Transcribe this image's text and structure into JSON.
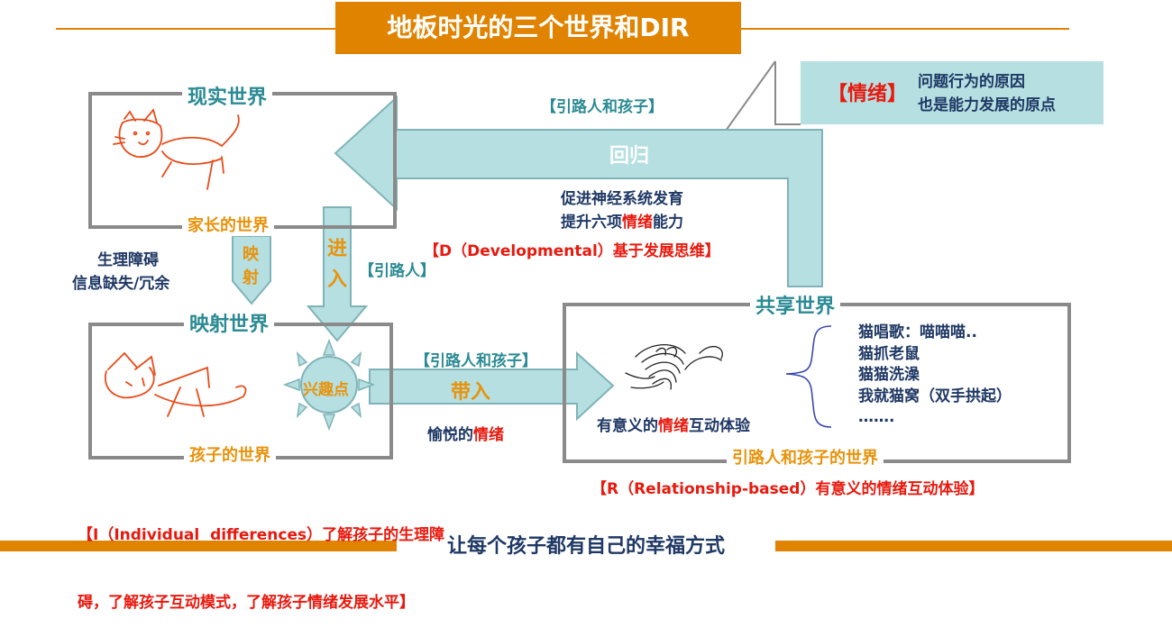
{
  "title": "地板时光的三个世界和DIR",
  "emotion_note": {
    "keyword": "【情绪】",
    "line1": "问题行为的原因",
    "line2": "也是能力发展的原点"
  },
  "return_arrow": {
    "top_label": "【引路人和孩子】",
    "inner_label": "回归",
    "desc_line1": "促进神经系统发育",
    "desc_line2_pre": "提升六项",
    "desc_line2_red": "情绪",
    "desc_line2_post": "能力",
    "d_label": "【D（Developmental）基于发展思维】"
  },
  "real_world": {
    "title": "现实世界",
    "subtitle": "家长的世界"
  },
  "mapping": {
    "left_line1": "生理障碍",
    "left_line2": "信息缺失/冗余",
    "arrow_char1": "映",
    "arrow_char2": "射"
  },
  "enter": {
    "char1": "进",
    "char2": "入",
    "label": "【引路人】"
  },
  "mapped_world": {
    "title": "映射世界",
    "subtitle": "孩子的世界"
  },
  "interest_point": "兴趣点",
  "bring_in": {
    "top_label": "【引路人和孩子】",
    "inner_label": "带入",
    "bottom_pre": "愉悦的",
    "bottom_red": "情绪"
  },
  "shared_world": {
    "title": "共享世界",
    "caption_pre": "有意义的",
    "caption_red": "情绪",
    "caption_post": "互动体验",
    "subtitle": "引路人和孩子的世界",
    "list": [
      "猫唱歌：喵喵喵..",
      "猫抓老鼠",
      "猫猫洗澡",
      "我就猫窝（双手拱起）",
      "……."
    ]
  },
  "i_label_line1": "【I（Individual  differences）了解孩子的生理障",
  "i_label_line2": "碍，了解孩子互动模式，了解孩子情绪发展水平】",
  "r_label": "【R（Relationship-based）有意义的情绪互动体验】",
  "footer": "让每个孩子都有自己的幸福方式",
  "colors": {
    "orange": "#e08300",
    "teal_text": "#2a8a93",
    "arrow_fill": "#b5dfe0",
    "arrow_stroke": "#7fb3b8",
    "red": "#e8190e",
    "navy": "#1f3864"
  }
}
